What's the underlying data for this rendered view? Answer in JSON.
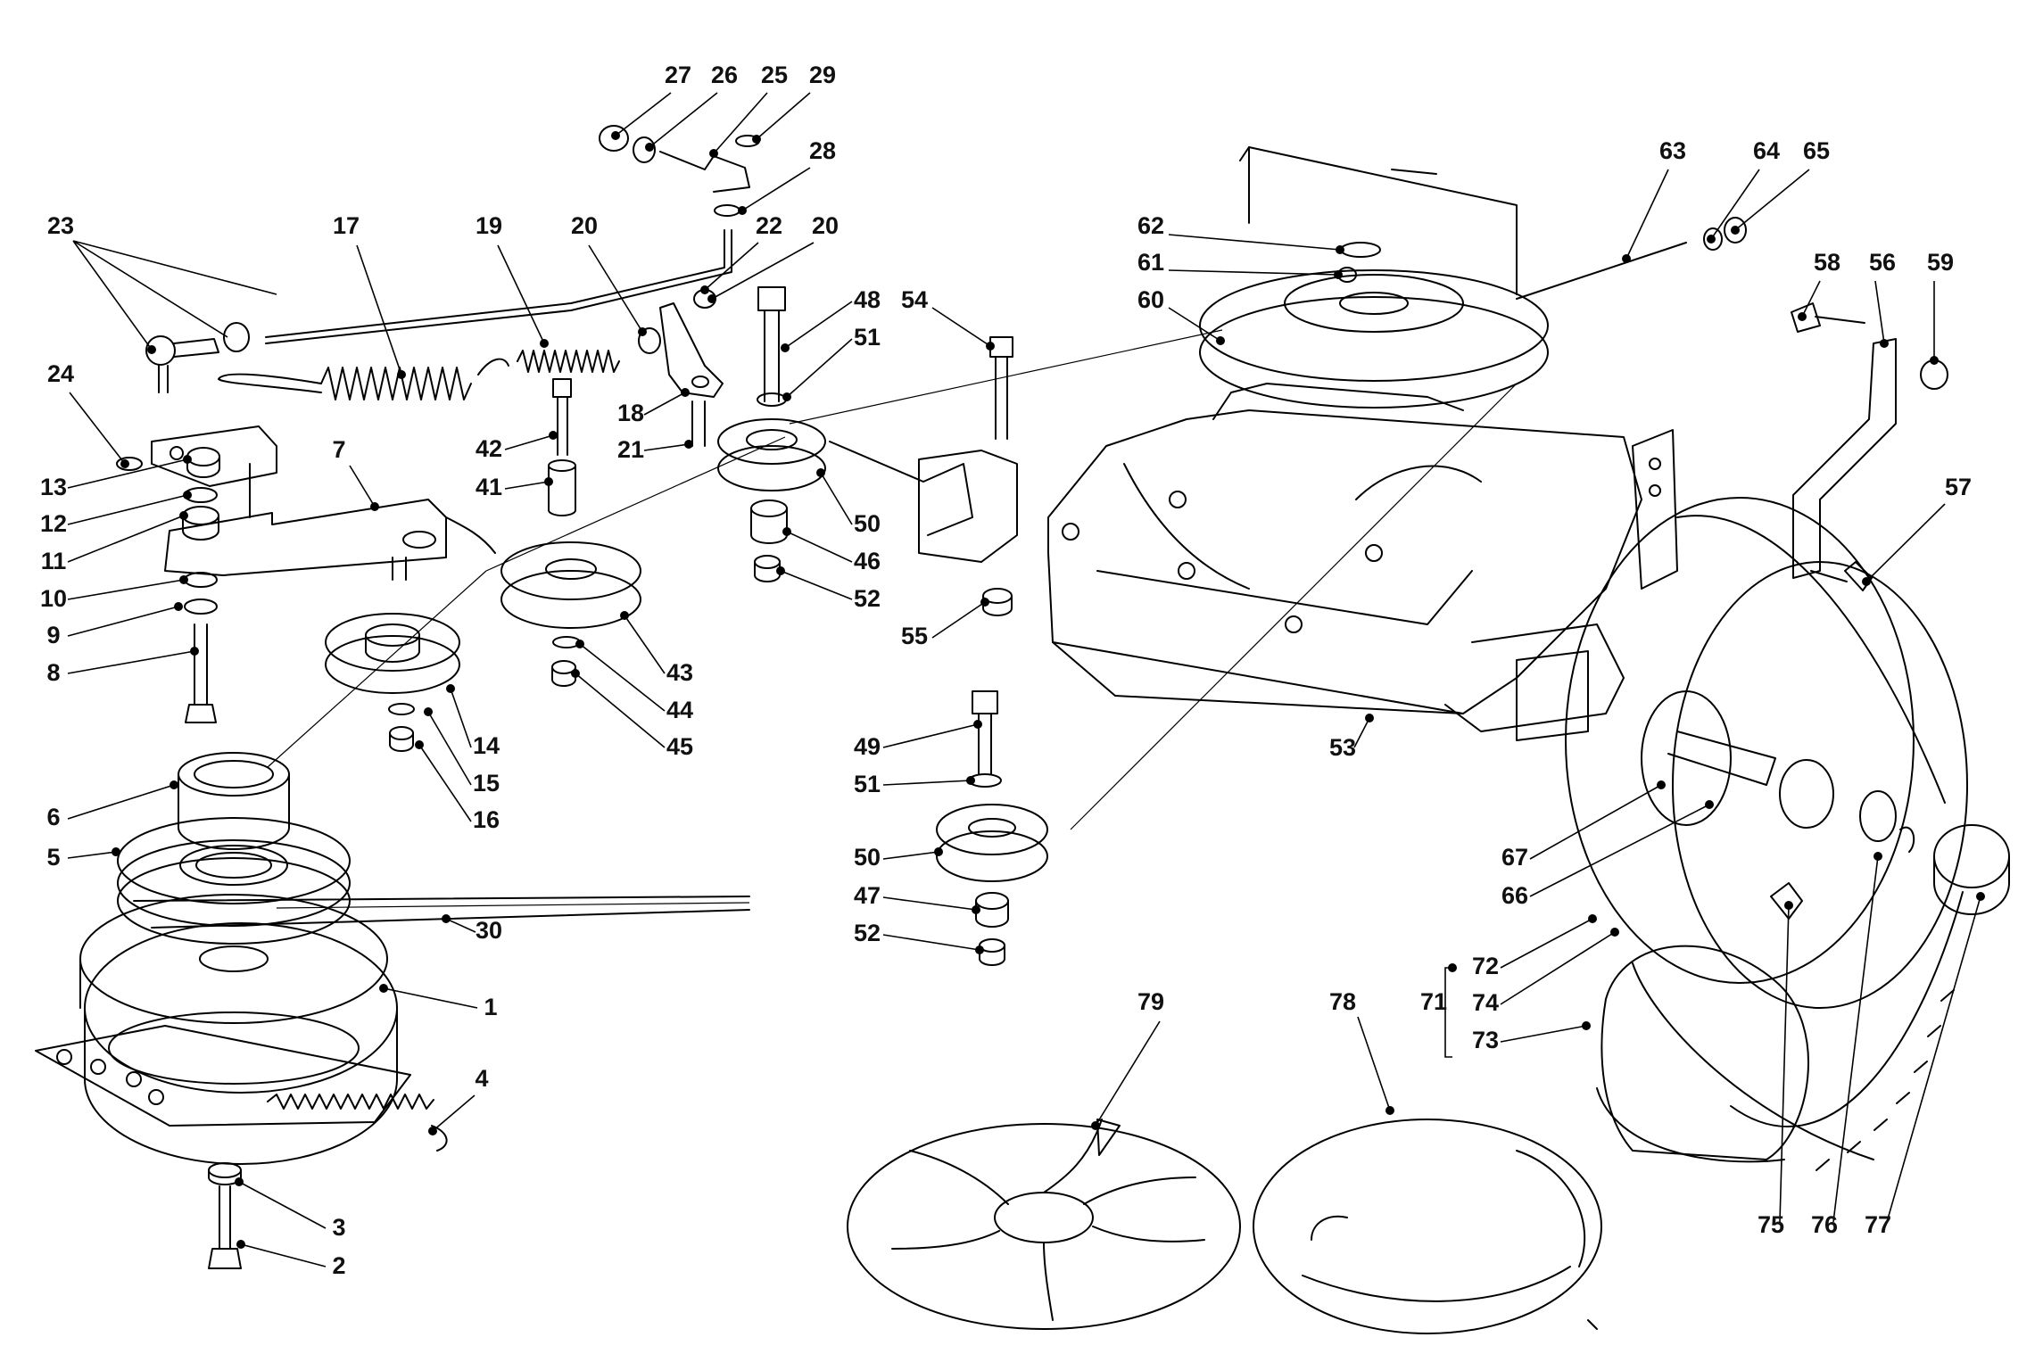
{
  "callouts": [
    "1",
    "2",
    "3",
    "4",
    "5",
    "6",
    "7",
    "8",
    "9",
    "10",
    "11",
    "12",
    "13",
    "14",
    "15",
    "16",
    "17",
    "18",
    "19",
    "20",
    "20",
    "21",
    "22",
    "23",
    "24",
    "25",
    "26",
    "27",
    "28",
    "29",
    "30",
    "41",
    "42",
    "43",
    "44",
    "45",
    "46",
    "47",
    "48",
    "49",
    "50",
    "50",
    "51",
    "51",
    "52",
    "52",
    "53",
    "54",
    "55",
    "56",
    "57",
    "58",
    "59",
    "60",
    "61",
    "62",
    "63",
    "64",
    "65",
    "66",
    "67",
    "71",
    "72",
    "73",
    "74",
    "75",
    "76",
    "77",
    "78",
    "79"
  ]
}
